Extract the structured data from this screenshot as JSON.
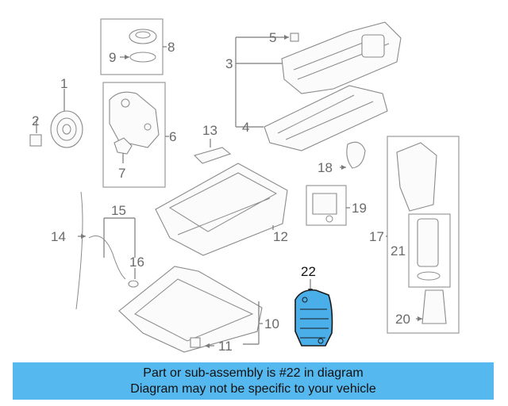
{
  "diagram": {
    "callouts": [
      "1",
      "2",
      "3",
      "4",
      "5",
      "6",
      "7",
      "8",
      "9",
      "10",
      "11",
      "12",
      "13",
      "14",
      "15",
      "16",
      "17",
      "18",
      "19",
      "20",
      "21",
      "22"
    ],
    "highlighted_part": "22",
    "highlight_color": "#4aaee8"
  },
  "banner": {
    "line1": "Part or sub-assembly is #22 in diagram",
    "line2": "Diagram may not be specific to your vehicle",
    "background": "#55b8ef"
  }
}
